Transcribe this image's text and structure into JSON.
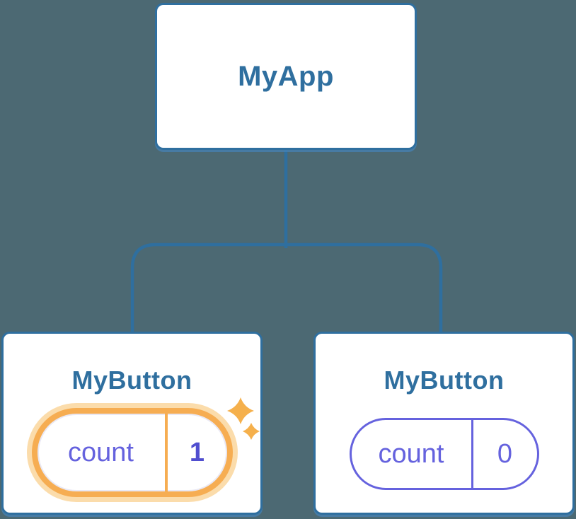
{
  "diagram": {
    "type": "component-tree",
    "root": {
      "label": "MyApp"
    },
    "children": [
      {
        "label": "MyButton",
        "state": {
          "key": "count",
          "value": "1"
        },
        "highlighted": true,
        "sparkles": true
      },
      {
        "label": "MyButton",
        "state": {
          "key": "count",
          "value": "0"
        },
        "highlighted": false,
        "sparkles": false
      }
    ]
  },
  "icons": {
    "sparkle": "sparkle-icon"
  },
  "colors": {
    "background": "#4c6973",
    "node_border": "#2f6f9f",
    "node_label_text": "#2f6f9f",
    "connector_line": "#2f6f9f",
    "state_accent": "#6562de",
    "state_value_highlighted": "#504ecf",
    "highlight_ring": "#f6ad52",
    "highlight_halo": "#fbdcab",
    "sparkle": "#f5b04c",
    "card_background": "#ffffff"
  }
}
